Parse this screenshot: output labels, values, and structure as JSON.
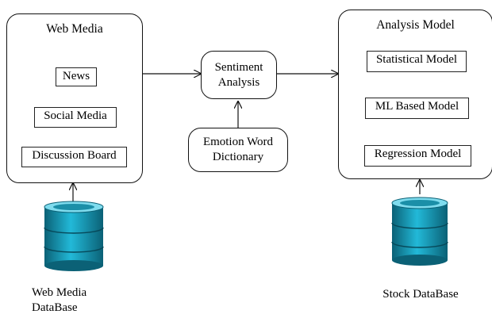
{
  "web_media": {
    "title": "Web Media",
    "items": [
      "News",
      "Social Media",
      "Discussion Board"
    ]
  },
  "sentiment": {
    "line1": "Sentiment",
    "line2": "Analysis"
  },
  "emotion_dict": {
    "line1": "Emotion Word",
    "line2": "Dictionary"
  },
  "analysis_model": {
    "title": "Analysis Model",
    "items": [
      "Statistical Model",
      "ML Based Model",
      "Regression Model"
    ]
  },
  "web_db": {
    "line1": "Web Media",
    "line2": "DataBase"
  },
  "stock_db": {
    "label": "Stock DataBase"
  },
  "colors": {
    "db_fill": "#1aa5c4",
    "db_dark": "#0b5f74",
    "db_light": "#8fe6f5"
  }
}
